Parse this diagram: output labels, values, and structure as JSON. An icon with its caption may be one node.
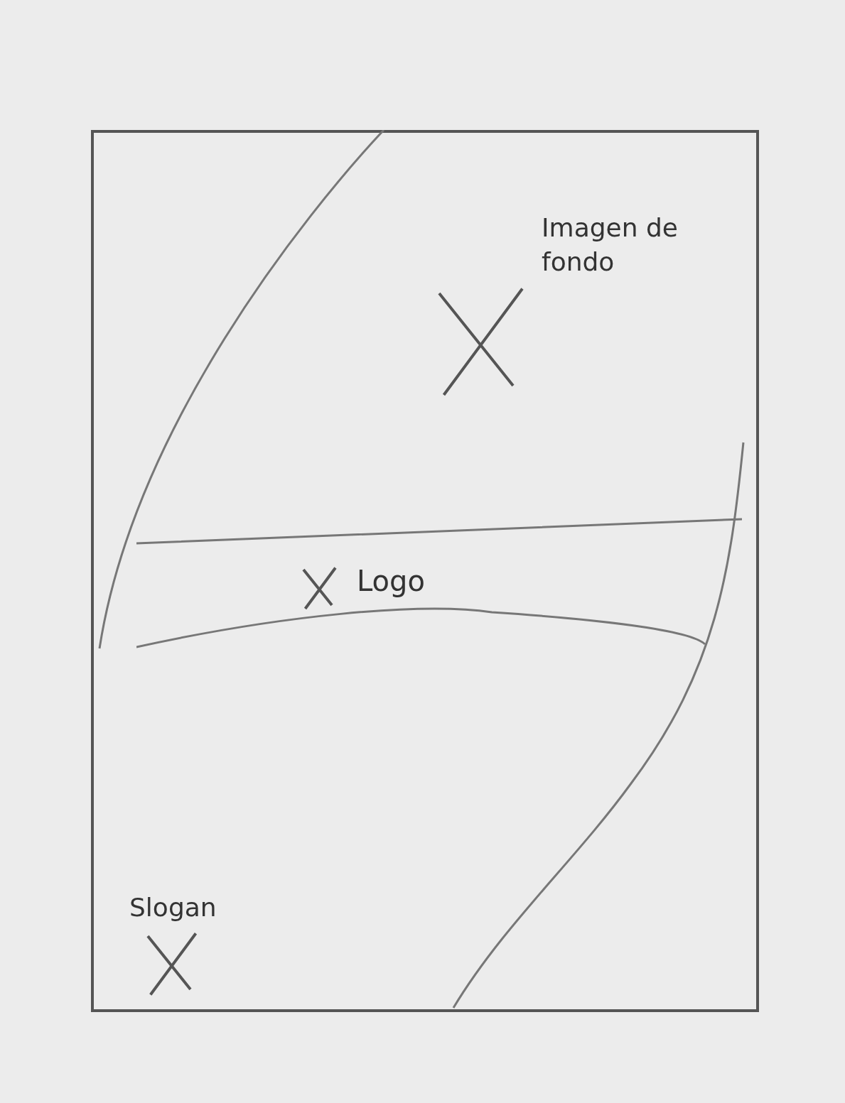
{
  "diagram": {
    "nodes": [
      {
        "text": [
          "Imagen de fondo"
        ]
      },
      {
        "text": [
          "Logo"
        ],
        "in": 0
      }
    ],
    "labels": [
      "Slogan"
    ]
  }
}
